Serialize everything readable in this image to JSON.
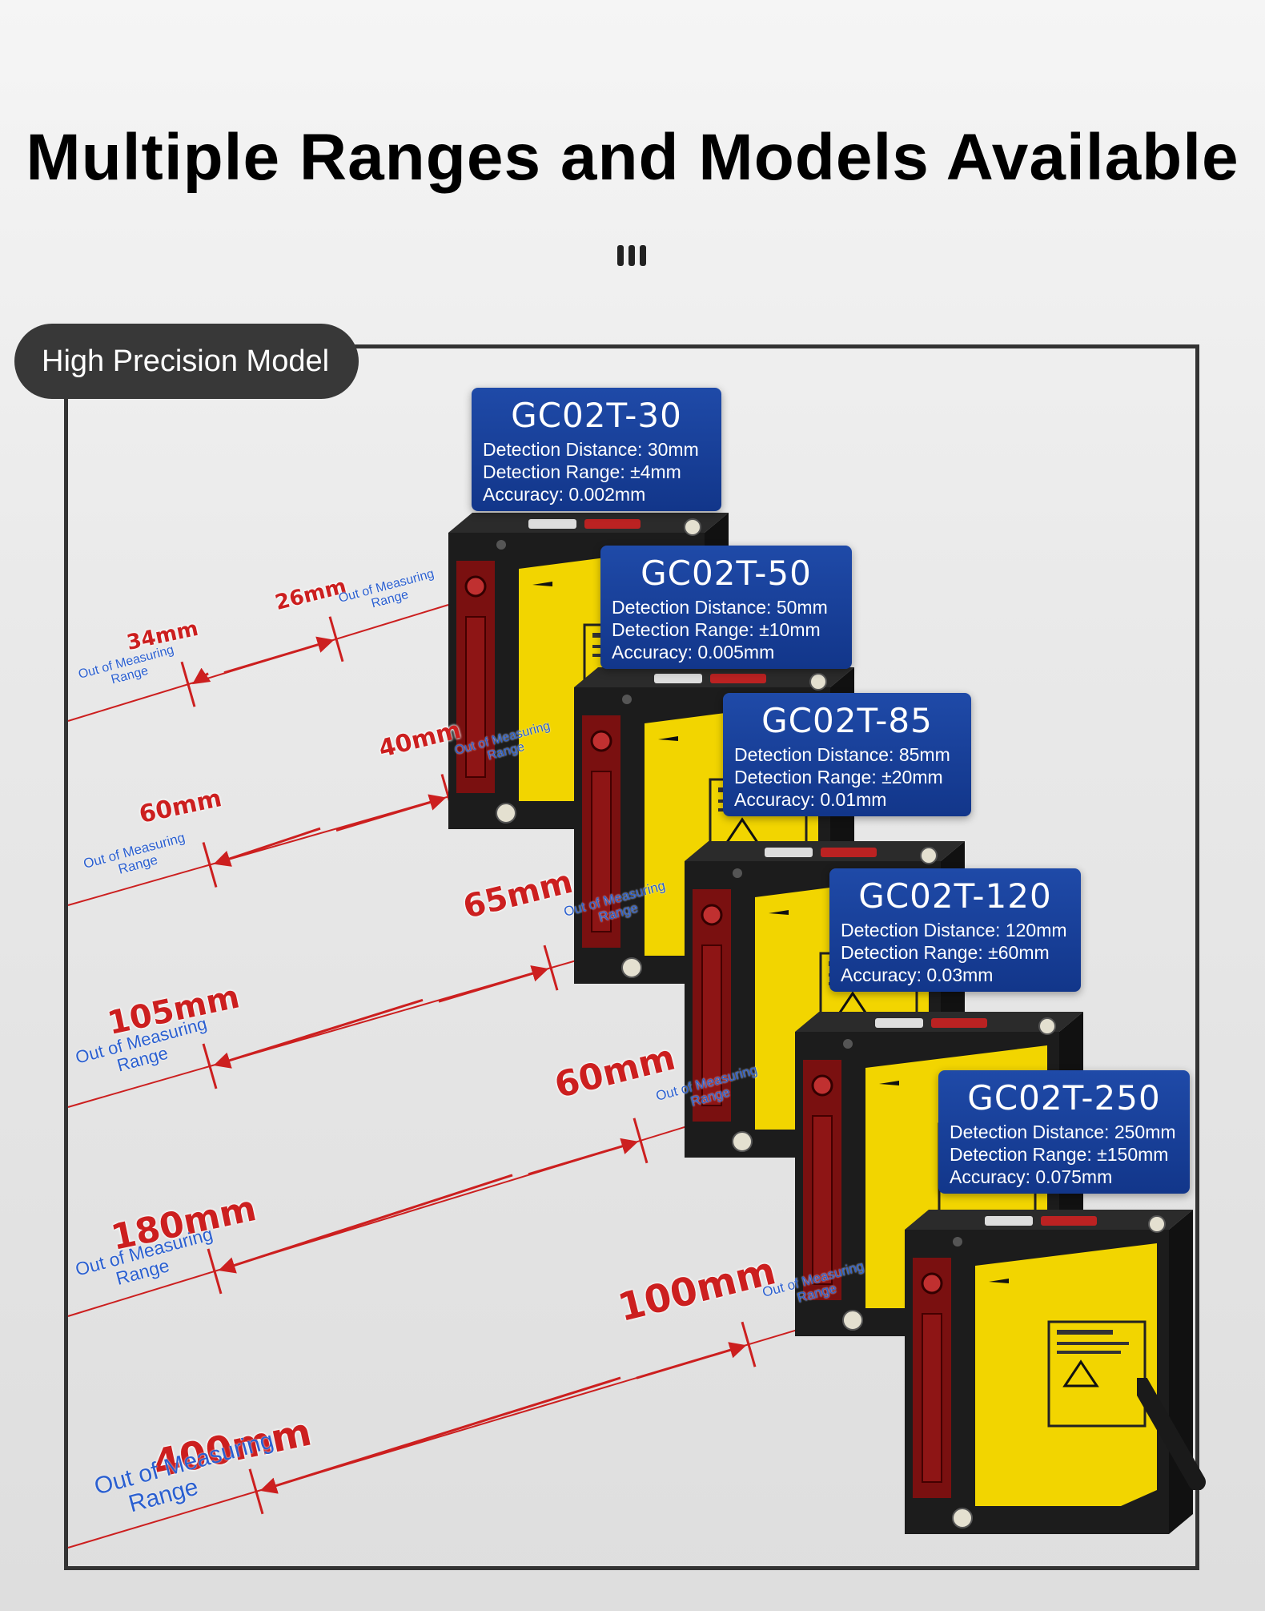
{
  "header": {
    "title": "Multiple Ranges and Models Available"
  },
  "section": {
    "label": "High Precision Model"
  },
  "out_of_range_label": {
    "line1": "Out of Measuring",
    "line2": "Range"
  },
  "models": [
    {
      "name": "GC02T-30",
      "distance": "Detection Distance: 30mm",
      "range": "Detection Range: ±4mm",
      "accuracy": "Accuracy: 0.002mm",
      "near_limit": "26mm",
      "far_limit": "34mm"
    },
    {
      "name": "GC02T-50",
      "distance": "Detection Distance: 50mm",
      "range": "Detection Range: ±10mm",
      "accuracy": "Accuracy: 0.005mm",
      "near_limit": "40mm",
      "far_limit": "60mm"
    },
    {
      "name": "GC02T-85",
      "distance": "Detection Distance: 85mm",
      "range": "Detection Range: ±20mm",
      "accuracy": "Accuracy: 0.01mm",
      "near_limit": "65mm",
      "far_limit": "105mm"
    },
    {
      "name": "GC02T-120",
      "distance": "Detection Distance: 120mm",
      "range": "Detection Range: ±60mm",
      "accuracy": "Accuracy: 0.03mm",
      "near_limit": "60mm",
      "far_limit": "180mm"
    },
    {
      "name": "GC02T-250",
      "distance": "Detection Distance: 250mm",
      "range": "Detection Range: ±150mm",
      "accuracy": "Accuracy: 0.075mm",
      "near_limit": "100mm",
      "far_limit": "400mm"
    }
  ],
  "colors": {
    "card_blue": "#1a43a0",
    "dimension_red": "#cc1f1f",
    "out_of_range_blue": "#2a5fd0",
    "sensor_yellow": "#f2d500",
    "sensor_black": "#1c1c1c"
  }
}
